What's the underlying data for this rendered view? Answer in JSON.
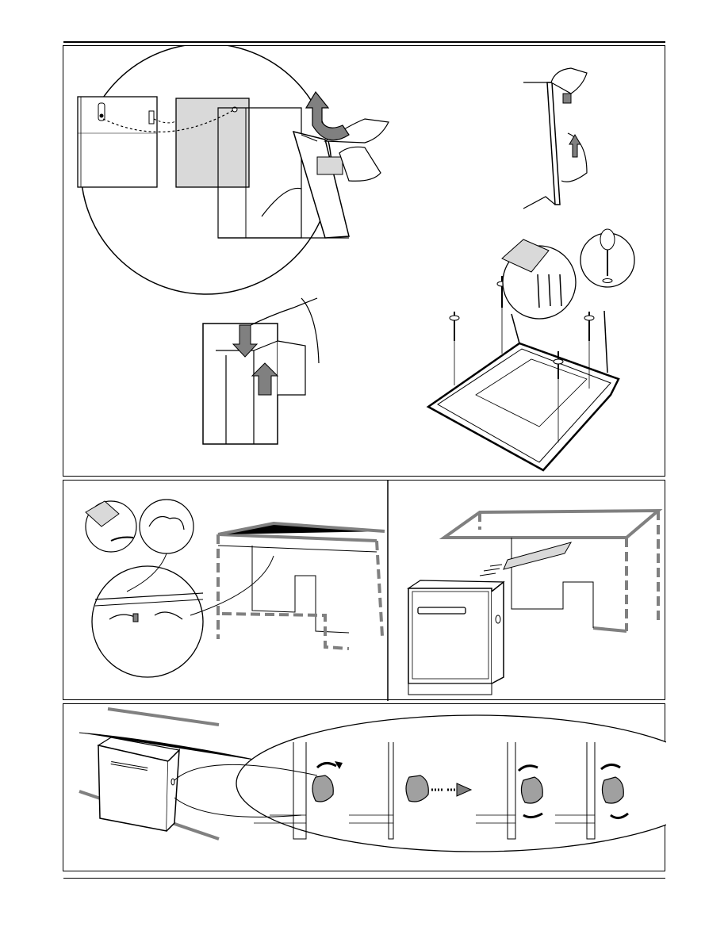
{
  "page": {
    "type": "installation-instruction-page",
    "text_content": []
  },
  "illustrations": {
    "top_panel": {
      "steps": [
        "remove-door-panel-hook",
        "lift-panel-vertical",
        "slide-panel-into-frame",
        "screw-panel-to-door"
      ]
    },
    "middle_left": {
      "step": "attach-protective-strip-under-worktop"
    },
    "middle_right": {
      "step": "push-appliance-into-cabinet-niche"
    },
    "bottom_panel": {
      "step": "adjust-side-fixing-knob"
    }
  },
  "colors": {
    "panel_fill": "#d9d9d9",
    "arrow_fill": "#808080",
    "line": "#000000",
    "knob_fill": "#a0a0a0"
  },
  "icons": [
    "screw-icon",
    "screwdriver-icon",
    "bag-icon",
    "arrow-up-icon",
    "arrow-down-icon",
    "rotate-arrow-icon",
    "hand-icon",
    "cabinet-icon",
    "dishwasher-icon",
    "knob-icon"
  ]
}
